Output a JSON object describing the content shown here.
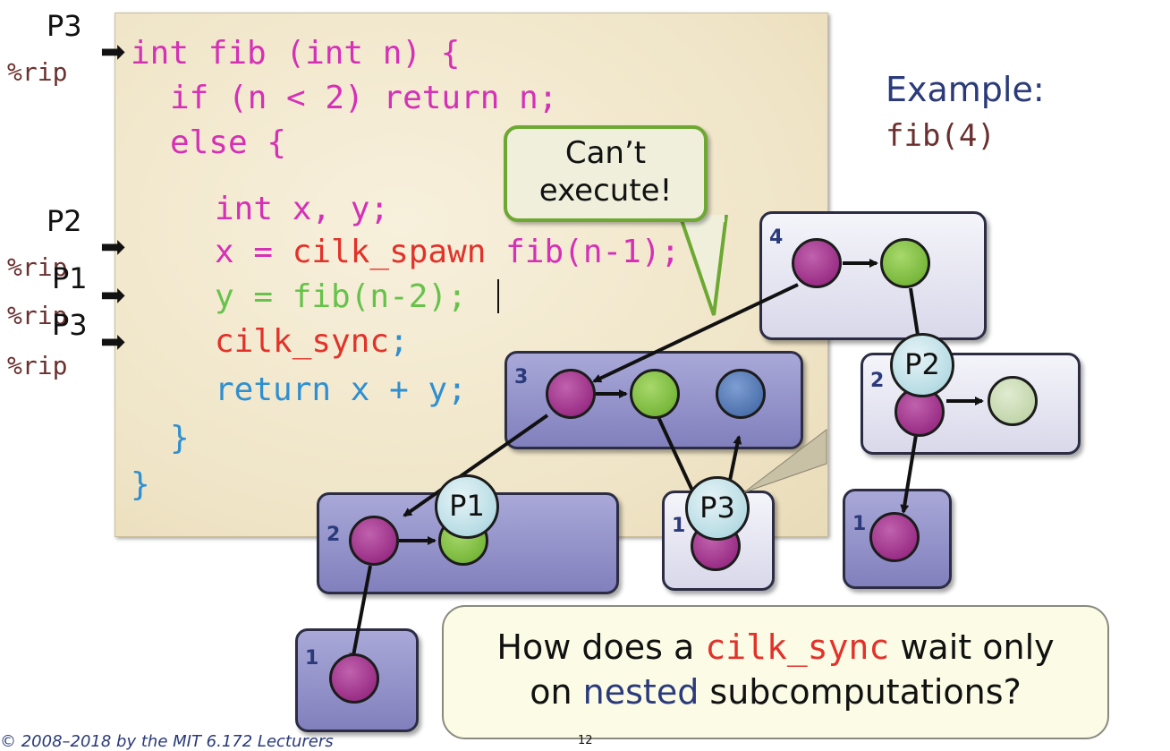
{
  "code": {
    "line1": "int fib (int n) {",
    "line2": "if (n < 2) return n;",
    "line3": "else {",
    "line4": "int x, y;",
    "line5_assign": "x = ",
    "line5_spawn": "cilk_spawn",
    "line5_call": " fib(n-1);",
    "line6": "y = fib(n-2);",
    "line7_sync": "cilk_sync",
    "line7_semicolon": ";",
    "line8": "return x + y;",
    "line9": "}",
    "line10": "}"
  },
  "pointers": {
    "p3_top_label": "P3",
    "p3_top_rip": "%rip",
    "p2_label": "P2",
    "p2_rip": "%rip",
    "p1_label": "P1",
    "p1_rip": "%rip",
    "p3_bottom_label": "P3",
    "p3_bottom_rip": "%rip",
    "arrow": "➡"
  },
  "callout": {
    "line1": "Can’t",
    "line2": "execute!"
  },
  "example": {
    "title": "Example:",
    "call": "fib(4)"
  },
  "frames": {
    "fib4": "4",
    "fib3": "3",
    "fib2_right": "2",
    "fib2_left": "2",
    "fib1_a": "1",
    "fib1_b": "1",
    "fib1_c": "1"
  },
  "processors": {
    "p1": "P1",
    "p2": "P2",
    "p3": "P3"
  },
  "question": {
    "part1": "How does a ",
    "keyword": "cilk_sync",
    "part2": " wait only",
    "part3": "on ",
    "nested": "nested",
    "part4": " subcomputations?"
  },
  "colors": {
    "keyword_red": "#e2322a",
    "nested_blue": "#2a3a7a",
    "callout_border": "#6da832"
  },
  "footer": {
    "copyright": "© 2008–2018 by the MIT 6.172 Lecturers",
    "page_number": "12"
  }
}
